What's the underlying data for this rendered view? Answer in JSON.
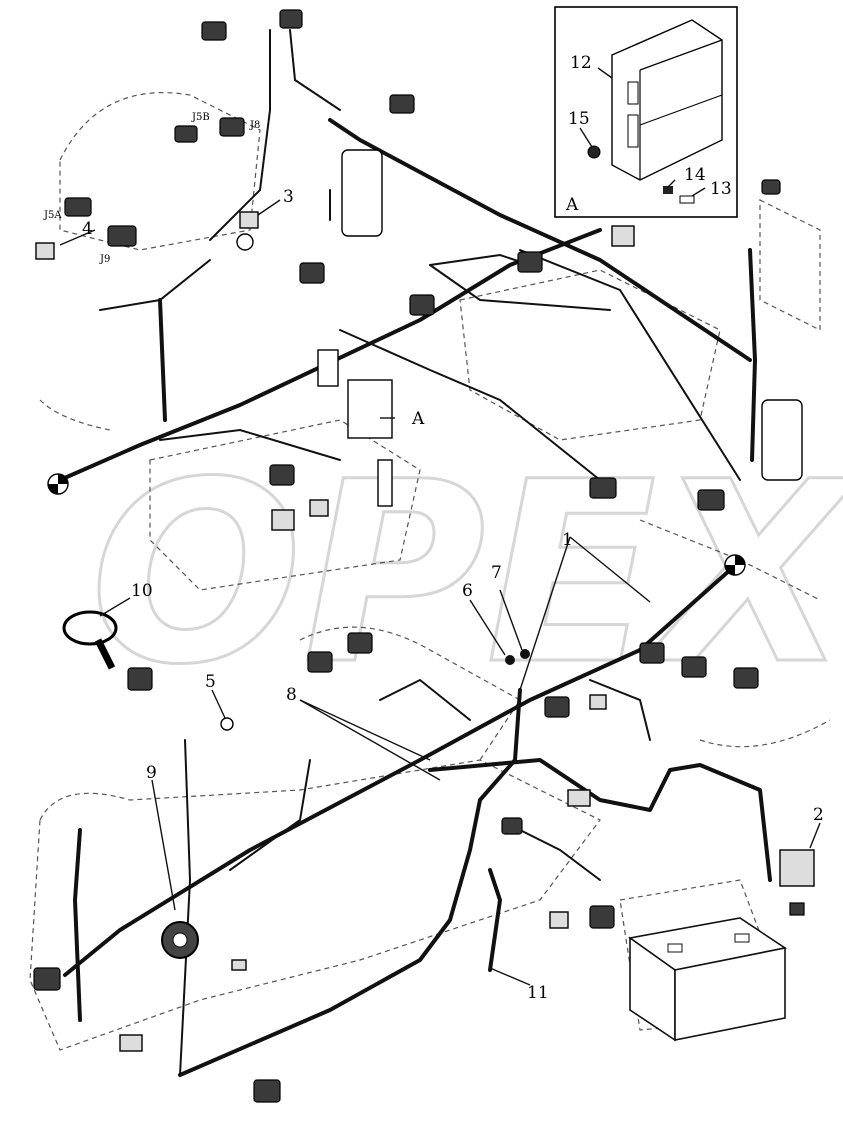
{
  "diagram": {
    "watermark": "OPEX",
    "detail_label": "A",
    "callouts": [
      {
        "id": "1",
        "text": "1"
      },
      {
        "id": "2",
        "text": "2"
      },
      {
        "id": "3",
        "text": "3"
      },
      {
        "id": "4",
        "text": "4"
      },
      {
        "id": "5",
        "text": "5"
      },
      {
        "id": "6",
        "text": "6"
      },
      {
        "id": "7",
        "text": "7"
      },
      {
        "id": "8",
        "text": "8"
      },
      {
        "id": "9",
        "text": "9"
      },
      {
        "id": "10",
        "text": "10"
      },
      {
        "id": "11",
        "text": "11"
      },
      {
        "id": "12",
        "text": "12"
      },
      {
        "id": "13",
        "text": "13"
      },
      {
        "id": "14",
        "text": "14"
      },
      {
        "id": "15",
        "text": "15"
      }
    ],
    "connector_labels": {
      "j5b": "J5B",
      "j8": "J8",
      "j5a": "J5A",
      "j9": "J9"
    },
    "inset_ref_label": "A"
  }
}
